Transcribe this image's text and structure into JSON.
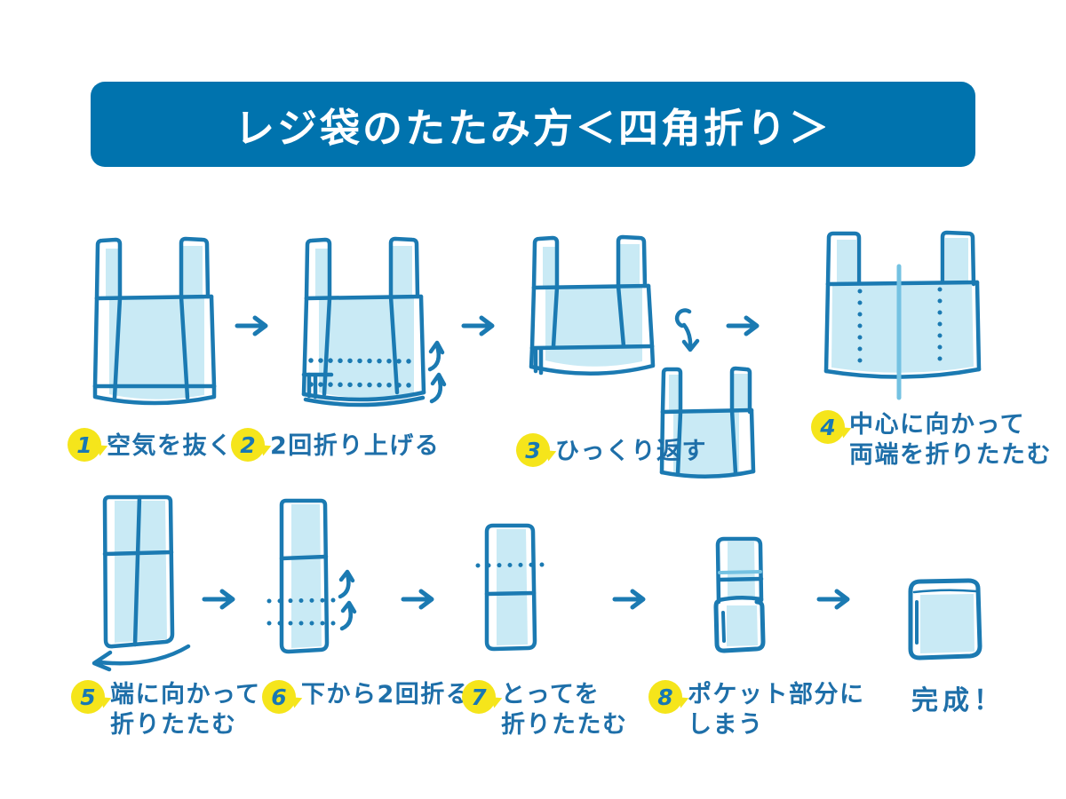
{
  "title": "レジ袋のたたみ方＜四角折り＞",
  "final_label": "完成！",
  "colors": {
    "banner_blue": "#0073ae",
    "outline_blue": "#1b7ab2",
    "bag_fill_light_blue": "#c9eaf5",
    "accent_light_line": "#74c2e2",
    "label_text_blue": "#1e6fa9",
    "badge_yellow": "#f5e51b",
    "background": "#ffffff"
  },
  "steps": [
    {
      "number": "1",
      "label": "空気を抜く"
    },
    {
      "number": "2",
      "label": "2回折り上げる"
    },
    {
      "number": "3",
      "label": "ひっくり返す"
    },
    {
      "number": "4",
      "label": "中心に向かって",
      "label2": "両端を折りたたむ"
    },
    {
      "number": "5",
      "label": "端に向かって",
      "label2": "折りたたむ"
    },
    {
      "number": "6",
      "label": "下から2回折る"
    },
    {
      "number": "7",
      "label": "とってを",
      "label2": "折りたたむ"
    },
    {
      "number": "8",
      "label": "ポケット部分に",
      "label2": "しまう"
    }
  ],
  "icons": {
    "arrow_right_icon": "→",
    "flip_arrow_icon": "looped arrow curving down (flip over)",
    "fold_up_arrow_icon": "small arc arrow curling upward",
    "sweep_left_arrow_icon": "long arc arrow sweeping left"
  }
}
